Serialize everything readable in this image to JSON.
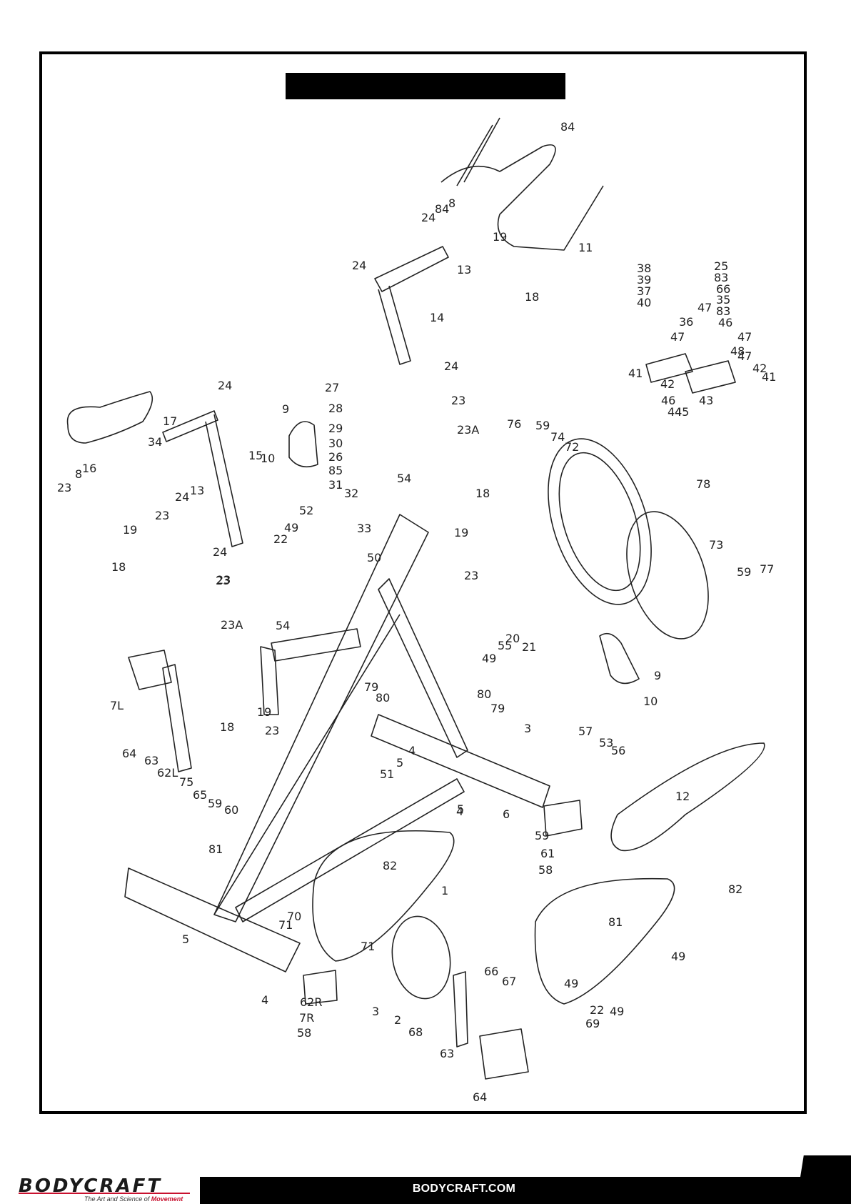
{
  "part_labels": [
    "84",
    "8",
    "24",
    "84",
    "19",
    "11",
    "24",
    "13",
    "18",
    "14",
    "38",
    "39",
    "37",
    "40",
    "25",
    "83",
    "66",
    "35",
    "83",
    "46",
    "47",
    "47",
    "36",
    "47",
    "48",
    "47",
    "41",
    "42",
    "46",
    "45",
    "44",
    "43",
    "42",
    "41",
    "27",
    "24",
    "23",
    "23A",
    "28",
    "29",
    "30",
    "26",
    "85",
    "31",
    "32",
    "54",
    "18",
    "33",
    "19",
    "50",
    "23",
    "76",
    "59",
    "74",
    "72",
    "78",
    "73",
    "59",
    "77",
    "17",
    "34",
    "24",
    "9",
    "10",
    "16",
    "8",
    "23",
    "23",
    "24",
    "13",
    "15",
    "23",
    "19",
    "18",
    "24",
    "23",
    "23A",
    "54",
    "52",
    "49",
    "22",
    "55",
    "21",
    "20",
    "49",
    "79",
    "80",
    "80",
    "79",
    "9",
    "10",
    "7L",
    "64",
    "63",
    "62L",
    "75",
    "65",
    "59",
    "60",
    "18",
    "19",
    "23",
    "51",
    "3",
    "57",
    "53",
    "56",
    "4",
    "5",
    "5",
    "4",
    "6",
    "12",
    "59",
    "61",
    "58",
    "81",
    "82",
    "1",
    "71",
    "70",
    "71",
    "5",
    "4",
    "3",
    "2",
    "68",
    "66",
    "67",
    "63",
    "64",
    "62R",
    "7R",
    "58",
    "81",
    "82",
    "49",
    "49",
    "22",
    "49",
    "69",
    "49"
  ],
  "footer": {
    "brand": "BODYCRAFT",
    "tagline_prefix": "The Art and Science of ",
    "tagline_emphasis": "Movement",
    "website": "BODYCRAFT.COM"
  },
  "colors": {
    "accent": "#c8102e",
    "ink": "#000000"
  }
}
